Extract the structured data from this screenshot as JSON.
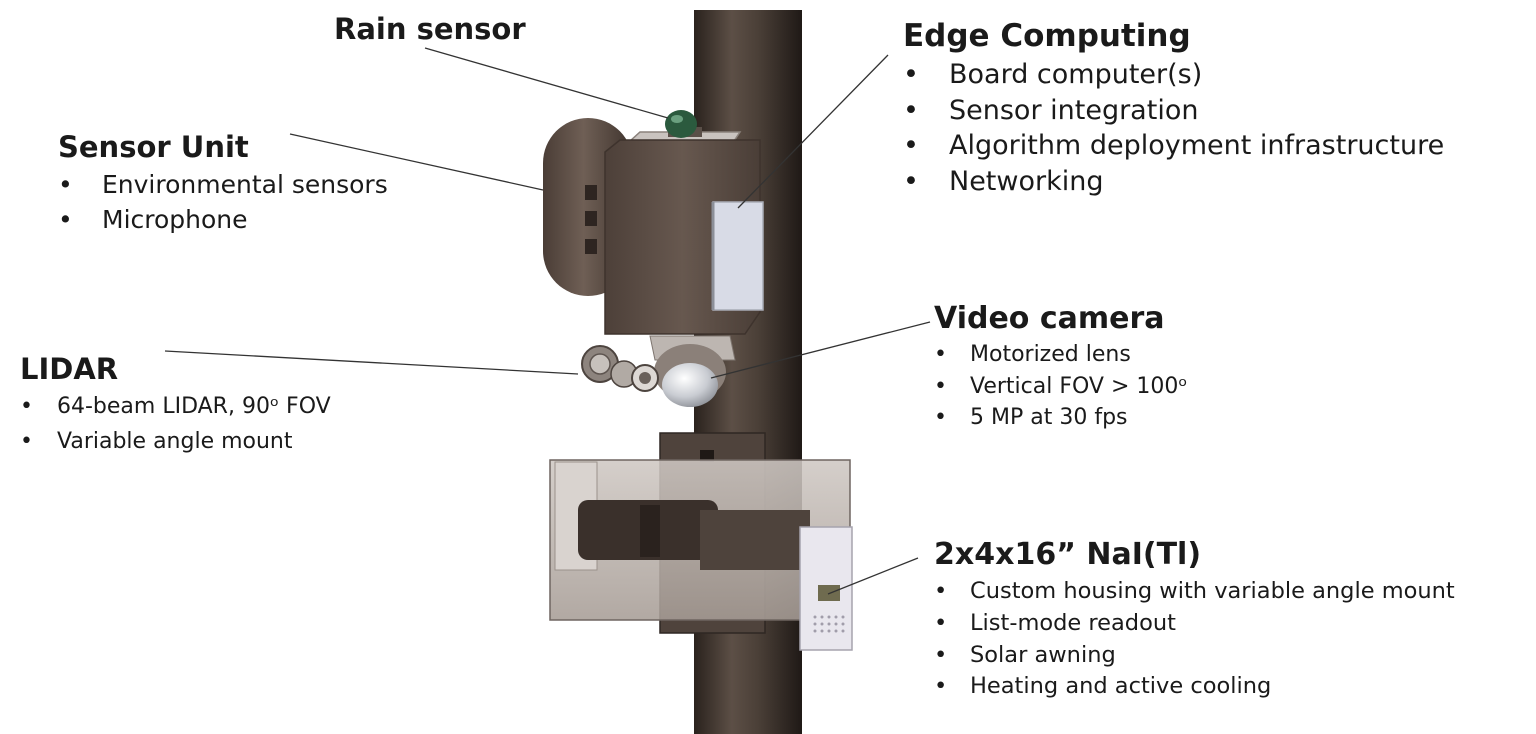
{
  "rain_sensor": {
    "title": "Rain sensor"
  },
  "edge_computing": {
    "title": "Edge Computing",
    "bullets": [
      "Board computer(s)",
      "Sensor integration",
      "Algorithm deployment infrastructure",
      "Networking"
    ]
  },
  "sensor_unit": {
    "title": "Sensor Unit",
    "bullets": [
      "Environmental sensors",
      "Microphone"
    ]
  },
  "video_camera": {
    "title": "Video camera",
    "bullets": [
      "Motorized lens",
      "Vertical FOV > 100ᵒ",
      "5 MP at 30 fps"
    ]
  },
  "lidar": {
    "title": "LIDAR",
    "bullets": [
      "64-beam LIDAR, 90ᵒ FOV",
      "Variable angle mount"
    ]
  },
  "nai_detector": {
    "title": "2x4x16” NaI(Tl)",
    "bullets": [
      "Custom housing with variable angle mount",
      "List-mode readout",
      "Solar awning",
      "Heating and active cooling"
    ]
  },
  "colors": {
    "text": "#1a1a1a",
    "pole": "#4a3f37",
    "enclosure": "#5e5048",
    "panel": "#d8dbe6",
    "leader_line": "#333333"
  }
}
